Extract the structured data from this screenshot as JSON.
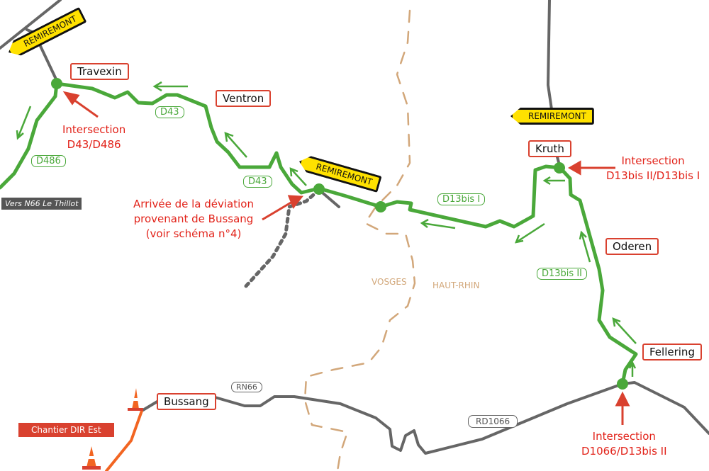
{
  "towns": [
    "Travexin",
    "Ventron",
    "Kruth",
    "Oderen",
    "Fellering",
    "Bussang"
  ],
  "road_labels": {
    "d43_a": "D43",
    "d43_b": "D43",
    "d486": "D486",
    "d13bis_i": "D13bis I",
    "d13bis_ii": "D13bis II",
    "rn66": "RN66",
    "rd1066": "RD1066"
  },
  "direction_signs": [
    "REMIREMONT",
    "REMIREMONT",
    "REMIREMONT"
  ],
  "notes": {
    "travexin": [
      "Intersection",
      "D43/D486"
    ],
    "deviation": [
      "Arrivée de la déviation",
      "provenant de Bussang",
      "(voir schéma n°4)"
    ],
    "kruth": [
      "Intersection",
      "D13bis II/D13bis I"
    ],
    "fellering": [
      "Intersection",
      "D1066/D13bis II"
    ]
  },
  "departments": {
    "west": "VOSGES",
    "east": "HAUT-RHIN"
  },
  "vers_label": "Vers N66 Le Thillot",
  "chantier_label": "Chantier DIR Est",
  "colors": {
    "route": "#4aa83a",
    "road": "#666666",
    "note": "#e2231a",
    "box": "#d9412f",
    "sign": "#ffe100",
    "border": "#d2a77a",
    "works": "#f26522"
  }
}
